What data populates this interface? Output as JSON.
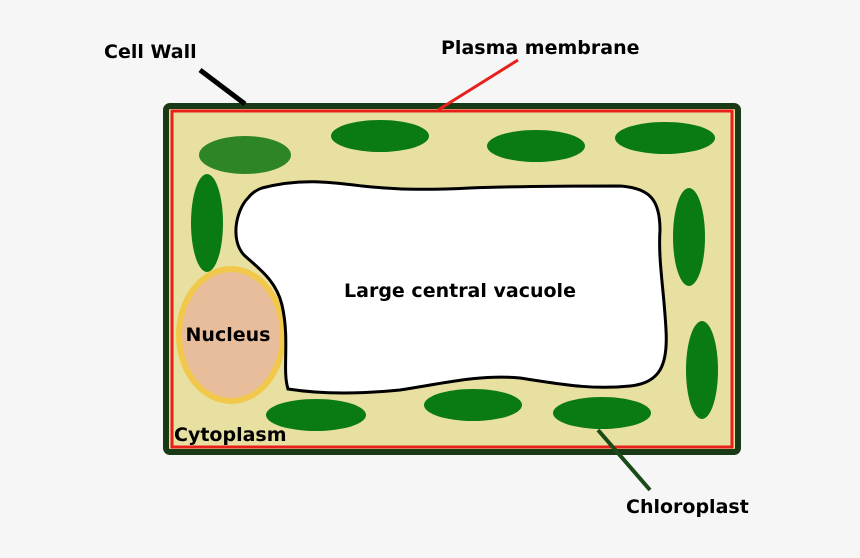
{
  "labels": {
    "cell_wall": "Cell Wall",
    "plasma_membrane": "Plasma membrane",
    "vacuole": "Large central vacuole",
    "nucleus": "Nucleus",
    "cytoplasm": "Cytoplasm",
    "chloroplast": "Chloroplast"
  },
  "colors": {
    "background": "#f6f6f6",
    "cell_wall": "#1a3a17",
    "plasma_membrane": "#e8201c",
    "cytoplasm": "#e8e0a0",
    "chloroplast": "#0a7a12",
    "chloroplast_light": "#2e8526",
    "nucleus_fill": "#e8bd9b",
    "nucleus_envelope": "#f2c84c",
    "vacuole": "#ffffff",
    "leader_wall": "#000000",
    "leader_membrane": "#e8201c",
    "leader_chloroplast": "#1a4a16"
  }
}
